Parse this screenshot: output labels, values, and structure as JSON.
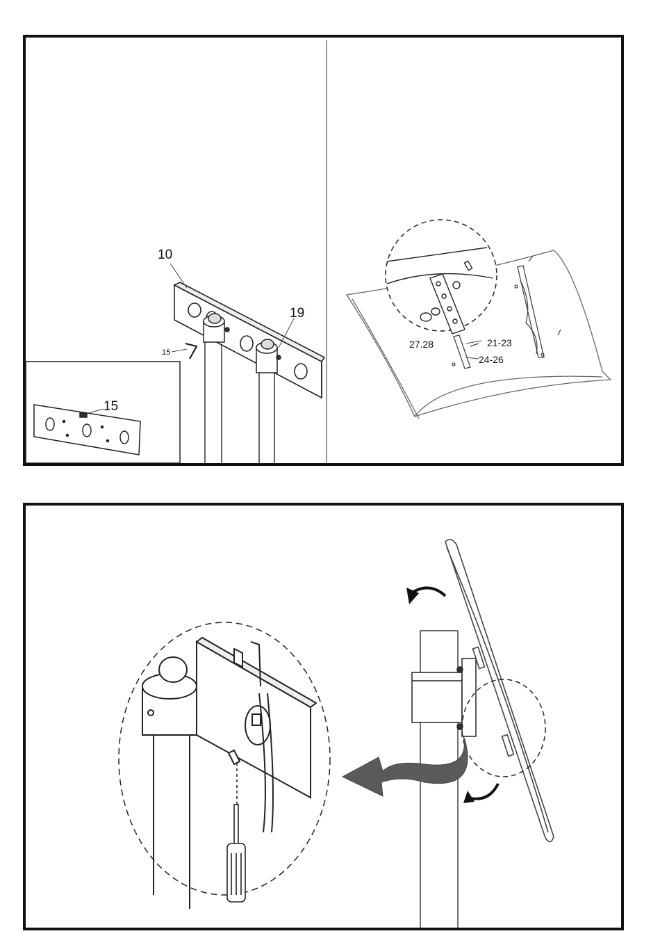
{
  "panels": {
    "top": {
      "callouts": {
        "part_10": "10",
        "part_19": "19",
        "part_15_tool": "15",
        "part_15_inset": "15",
        "part_27_28": "27.28",
        "part_21_23": "21-23",
        "part_24_26": "24-26"
      }
    }
  },
  "colors": {
    "line": "#1a1a1a",
    "arrow_fill": "#5a5a5a",
    "background": "#ffffff"
  },
  "icons": [
    "screwdriver-icon",
    "rotate-arrow-icon",
    "wavy-arrow-icon",
    "hex-key-icon"
  ]
}
